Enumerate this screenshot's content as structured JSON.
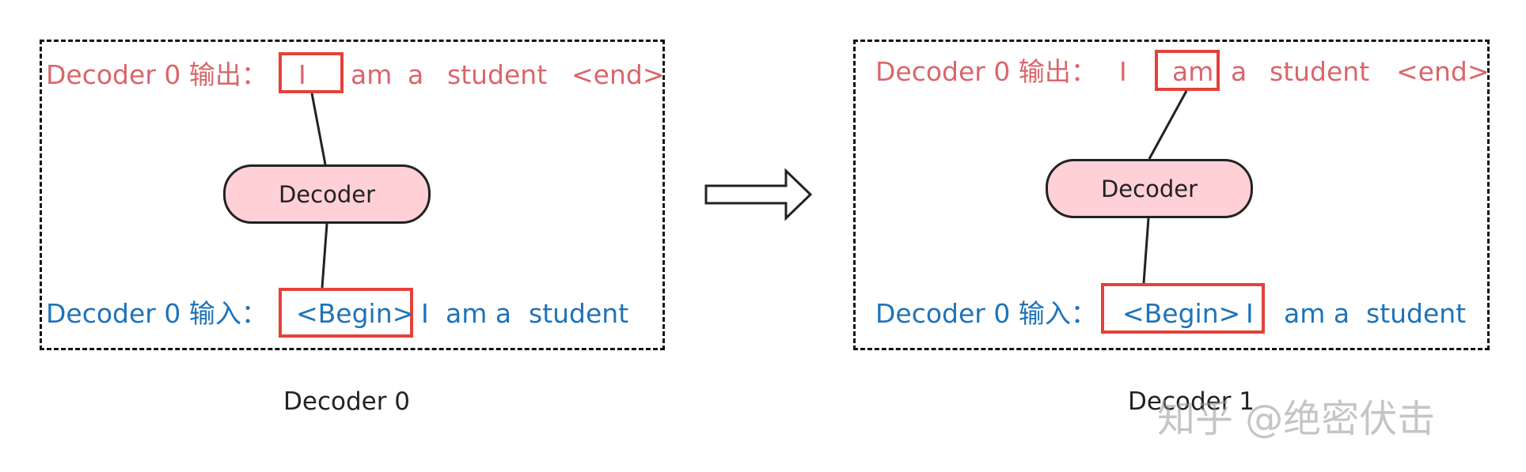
{
  "left": {
    "output_label": "Decoder 0 输出：",
    "output_tokens": [
      "I",
      "am",
      "a",
      "student",
      "<end>"
    ],
    "node_label": "Decoder",
    "input_label": "Decoder 0 输入：",
    "input_tokens": [
      "<Begin>",
      "I",
      "am a",
      "student"
    ],
    "caption": "Decoder 0"
  },
  "right": {
    "output_label": "Decoder 0 输出：",
    "output_tokens": [
      "I",
      "am",
      "a",
      "student",
      "<end>"
    ],
    "node_label": "Decoder",
    "input_label": "Decoder 0 输入：",
    "input_tokens": [
      "<Begin>",
      "I",
      "am a",
      "student"
    ],
    "caption": "Decoder 1"
  },
  "watermark": "知乎 @绝密伏击",
  "colors": {
    "output": "#d9666b",
    "input": "#1f73b7",
    "highlight": "#e3423a",
    "node_fill": "#ffd0d6"
  }
}
